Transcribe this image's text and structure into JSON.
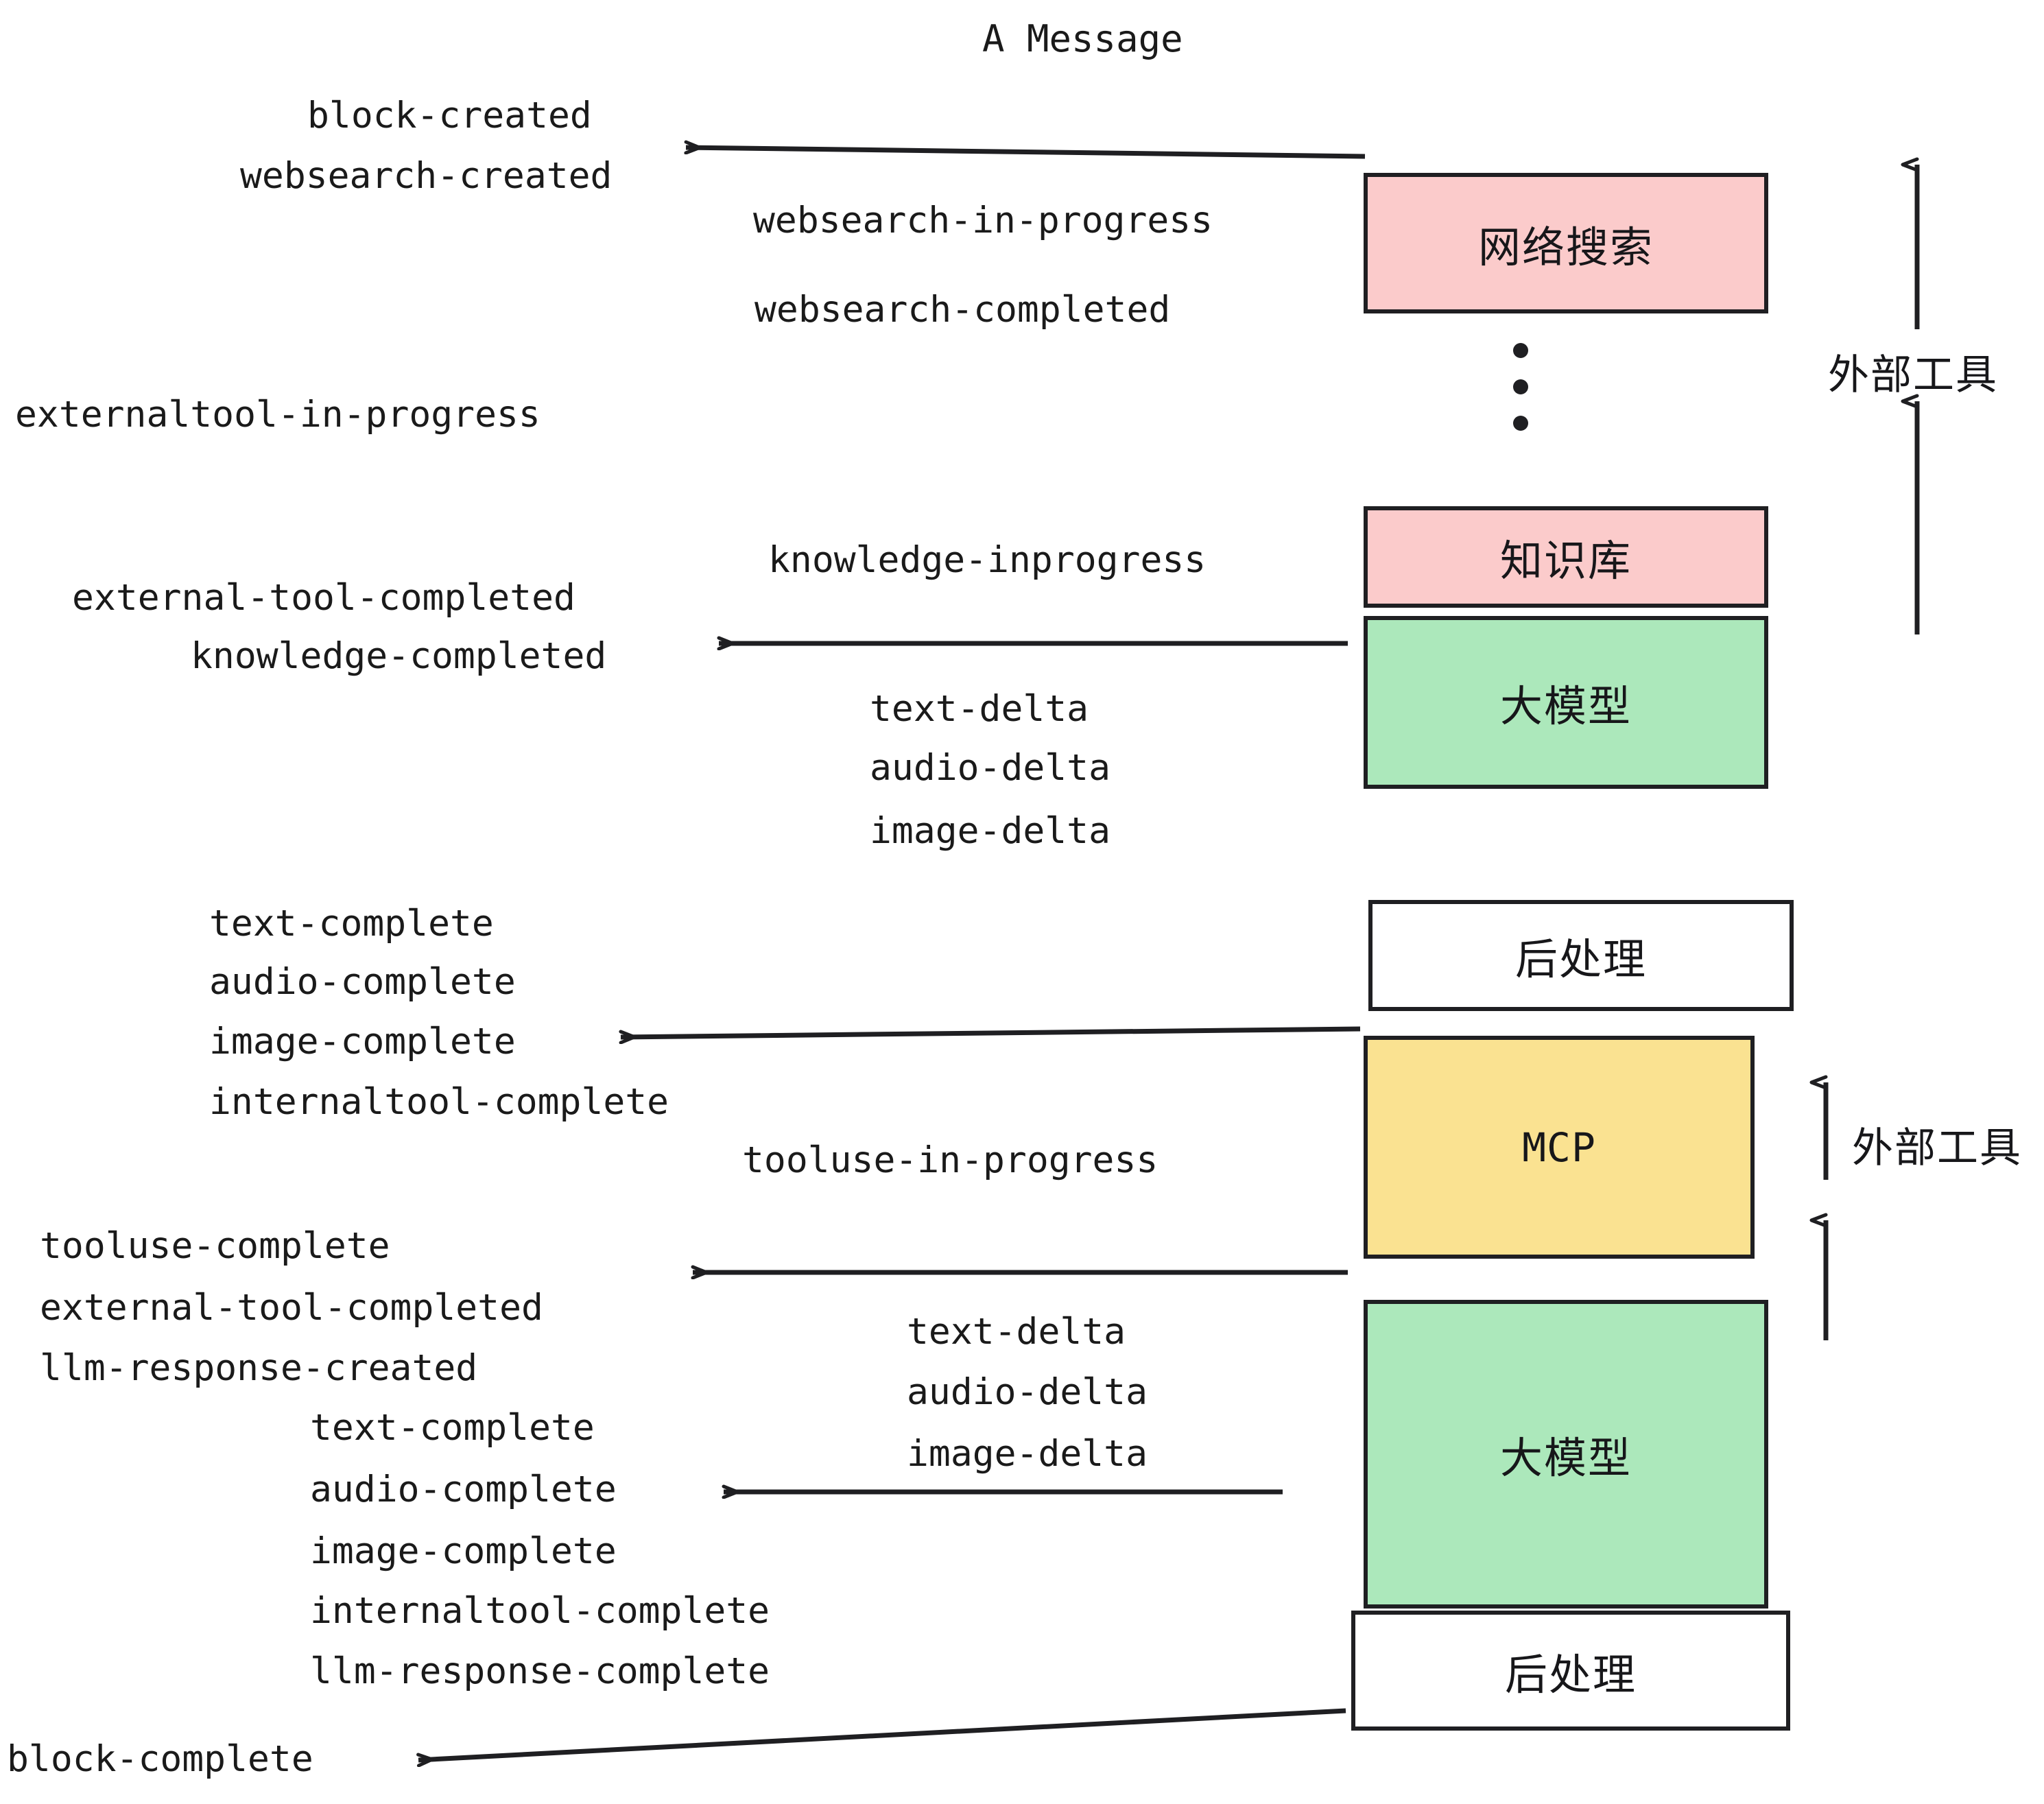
{
  "title": "A Message",
  "colors": {
    "pink": "#FBCBCB",
    "green": "#ACE8BB",
    "yellow": "#FAE291",
    "white": "#FFFFFF",
    "stroke": "#1F1F22",
    "text": "#1A1A1A"
  },
  "nodes": {
    "websearch": "网络搜索",
    "knowledge": "知识库",
    "llm_first": "大模型",
    "postprocess_first": "后处理",
    "mcp": "MCP",
    "llm_second": "大模型",
    "postprocess_second": "后处理"
  },
  "side_labels": {
    "external_tool_top": "外部工具",
    "external_tool_bottom": "外部工具"
  },
  "events": {
    "block_created": "block-created",
    "websearch_created": "websearch-created",
    "websearch_in_progress": "websearch-in-progress",
    "websearch_completed": "websearch-completed",
    "externaltool_in_progress": "externaltool-in-progress",
    "knowledge_inprogress": "knowledge-inprogress",
    "external_tool_completed_1": "external-tool-completed",
    "knowledge_completed": "knowledge-completed",
    "text_delta_1": "text-delta",
    "audio_delta_1": "audio-delta",
    "image_delta_1": "image-delta",
    "text_complete_1": "text-complete",
    "audio_complete_1": "audio-complete",
    "image_complete_1": "image-complete",
    "internaltool_complete_1": "internaltool-complete",
    "tooluse_in_progress": "tooluse-in-progress",
    "tooluse_complete": "tooluse-complete",
    "external_tool_completed_2": "external-tool-completed",
    "llm_response_created": "llm-response-created",
    "text_delta_2": "text-delta",
    "audio_delta_2": "audio-delta",
    "image_delta_2": "image-delta",
    "text_complete_2": "text-complete",
    "audio_complete_2": "audio-complete",
    "image_complete_2": "image-complete",
    "internaltool_complete_2": "internaltool-complete",
    "llm_response_complete": "llm-response-complete",
    "block_complete": "block-complete"
  }
}
